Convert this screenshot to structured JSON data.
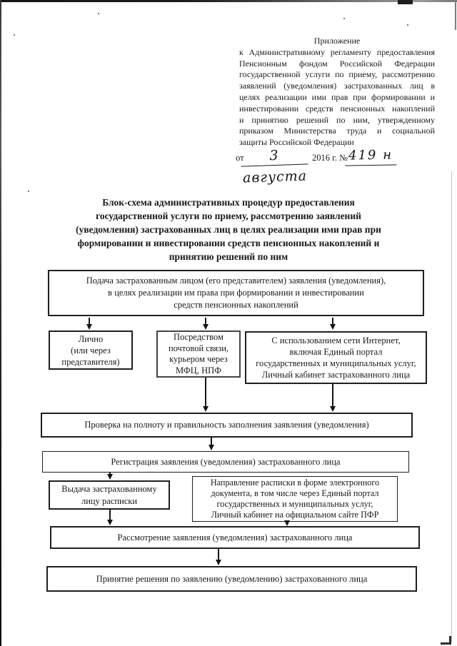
{
  "document": {
    "colors": {
      "ink": "#1a1a1a",
      "paper": "#ffffff"
    },
    "appendix": {
      "lines": [
        "Приложение",
        "к Административному регламенту предоставления",
        "Пенсионным фондом Российской Федерации",
        "государственной услуги по приему, рассмотрению",
        "заявлений (уведомления) застрахованных лиц в",
        "целях реализации ими прав при формировании и",
        "инвестировании средств пенсионных накоплений",
        "и принятию решений по ним, утвержденному",
        "приказом Министерства труда и социальной",
        "защиты Российской Федерации"
      ]
    },
    "date_line": {
      "prefix": "от",
      "handwritten_day_month": "3 августа",
      "printed_year": "2016 г. №",
      "handwritten_number": "419 н"
    },
    "title_lines": [
      "Блок-схема административных процедур предоставления",
      "государственной услуги по приему, рассмотрению заявлений",
      "(уведомления)  застрахованных лиц в целях реализации ими прав при",
      "формировании и инвестировании средств пенсионных накоплений и",
      "принятию решений по ним"
    ],
    "flowchart": {
      "nodes": {
        "submission": {
          "lines": [
            "Подача застрахованным лицом (его представителем) заявления (уведомления),",
            "в целях реализации им права при формировании и инвестировании",
            "средств пенсионных накоплений"
          ]
        },
        "in_person": {
          "lines": [
            "Лично",
            "(или через",
            "представителя)"
          ]
        },
        "by_mail": {
          "lines": [
            "Посредством",
            "почтовой связи,",
            "курьером через",
            "МФЦ, НПФ"
          ]
        },
        "via_internet": {
          "lines": [
            "С использованием сети Интернет,",
            "включая  Единый портал",
            "государственных и муниципальных услуг,",
            "Личный кабинет застрахованного лица"
          ]
        },
        "completeness_check": {
          "text": "Проверка на полноту и правильность заполнения заявления (уведомления)"
        },
        "registration": {
          "text": "Регистрация заявления (уведомления) застрахованного лица"
        },
        "receipt_issue": {
          "lines": [
            "Выдача застрахованному",
            "лицу расписки"
          ]
        },
        "receipt_electronic": {
          "lines": [
            "Направление расписки в форме электронного",
            "документа, в том числе через Единый портал",
            "государственных и муниципальных услуг,",
            "Личный кабинет на официальном сайте ПФР"
          ]
        },
        "review": {
          "text": "Рассмотрение заявления (уведомления) застрахованного лица"
        },
        "decision": {
          "text": "Принятие решения по заявлению (уведомлению) застрахованного лица"
        }
      },
      "connections": [
        {
          "from": "submission",
          "to": "in_person"
        },
        {
          "from": "submission",
          "to": "by_mail"
        },
        {
          "from": "submission",
          "to": "via_internet"
        },
        {
          "from": "by_mail",
          "to": "completeness_check"
        },
        {
          "from": "via_internet",
          "to": "completeness_check"
        },
        {
          "from": "completeness_check",
          "to": "registration"
        },
        {
          "from": "registration",
          "to": "receipt_issue"
        },
        {
          "from": "receipt_issue",
          "to": "review"
        },
        {
          "from": "receipt_electronic",
          "to": "review"
        },
        {
          "from": "review",
          "to": "decision"
        }
      ]
    }
  }
}
